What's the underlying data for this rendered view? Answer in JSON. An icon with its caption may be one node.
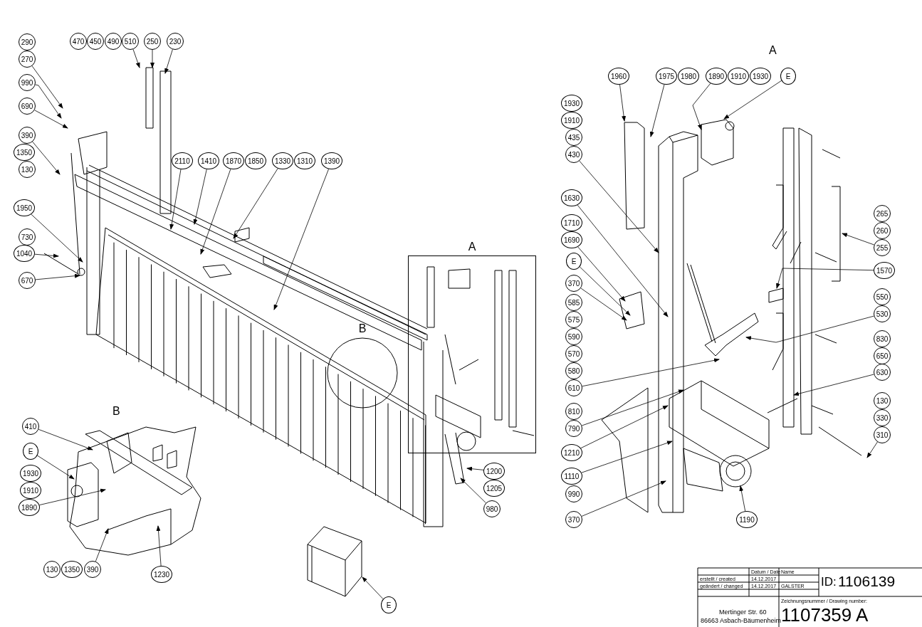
{
  "diagram": {
    "nodes": [
      {
        "text": [
          "290"
        ]
      },
      {
        "text": [
          "270"
        ]
      },
      {
        "text": [
          "990"
        ]
      },
      {
        "text": [
          "690"
        ]
      },
      {
        "text": [
          "390"
        ]
      },
      {
        "text": [
          "1350"
        ]
      },
      {
        "text": [
          "130"
        ]
      },
      {
        "text": [
          "1950"
        ]
      },
      {
        "text": [
          "730"
        ]
      },
      {
        "text": [
          "1040"
        ]
      },
      {
        "text": [
          "670"
        ]
      },
      {
        "text": [
          "470"
        ]
      },
      {
        "text": [
          "450"
        ]
      },
      {
        "text": [
          "490"
        ]
      },
      {
        "text": [
          "510"
        ]
      },
      {
        "text": [
          "250"
        ]
      },
      {
        "text": [
          "230"
        ]
      },
      {
        "text": [
          "2110"
        ]
      },
      {
        "text": [
          "1410"
        ]
      },
      {
        "text": [
          "1870"
        ]
      },
      {
        "text": [
          "1850"
        ]
      },
      {
        "text": [
          "1330"
        ]
      },
      {
        "text": [
          "1310"
        ]
      },
      {
        "text": [
          "1390"
        ]
      },
      {
        "text": [
          "A"
        ]
      },
      {
        "text": [
          "B"
        ]
      },
      {
        "text": [
          "1200"
        ]
      },
      {
        "text": [
          "1205"
        ]
      },
      {
        "text": [
          "980"
        ]
      },
      {
        "text": [
          "1960"
        ]
      },
      {
        "text": [
          "1975"
        ]
      },
      {
        "text": [
          "1980"
        ]
      },
      {
        "text": [
          "1890"
        ]
      },
      {
        "text": [
          "1910"
        ]
      },
      {
        "text": [
          "1930"
        ]
      },
      {
        "text": [
          "E"
        ]
      },
      {
        "text": [
          "1930"
        ]
      },
      {
        "text": [
          "1910"
        ]
      },
      {
        "text": [
          "435"
        ]
      },
      {
        "text": [
          "430"
        ]
      },
      {
        "text": [
          "1630"
        ]
      },
      {
        "text": [
          "1710"
        ]
      },
      {
        "text": [
          "1690"
        ]
      },
      {
        "text": [
          "E"
        ]
      },
      {
        "text": [
          "370"
        ]
      },
      {
        "text": [
          "585"
        ]
      },
      {
        "text": [
          "575"
        ]
      },
      {
        "text": [
          "590"
        ]
      },
      {
        "text": [
          "570"
        ]
      },
      {
        "text": [
          "580"
        ]
      },
      {
        "text": [
          "610"
        ]
      },
      {
        "text": [
          "810"
        ]
      },
      {
        "text": [
          "790"
        ]
      },
      {
        "text": [
          "1210"
        ]
      },
      {
        "text": [
          "1110"
        ]
      },
      {
        "text": [
          "990"
        ]
      },
      {
        "text": [
          "370"
        ]
      },
      {
        "text": [
          "1190"
        ]
      },
      {
        "text": [
          "265"
        ]
      },
      {
        "text": [
          "260"
        ]
      },
      {
        "text": [
          "255"
        ]
      },
      {
        "text": [
          "1570"
        ]
      },
      {
        "text": [
          "550"
        ]
      },
      {
        "text": [
          "530"
        ]
      },
      {
        "text": [
          "830"
        ]
      },
      {
        "text": [
          "650"
        ]
      },
      {
        "text": [
          "630"
        ]
      },
      {
        "text": [
          "130"
        ]
      },
      {
        "text": [
          "330"
        ]
      },
      {
        "text": [
          "310"
        ]
      },
      {
        "text": [
          "410"
        ]
      },
      {
        "text": [
          "E"
        ]
      },
      {
        "text": [
          "1930"
        ]
      },
      {
        "text": [
          "1910"
        ]
      },
      {
        "text": [
          "1890"
        ]
      },
      {
        "text": [
          "130"
        ]
      },
      {
        "text": [
          "1350"
        ]
      },
      {
        "text": [
          "390"
        ]
      },
      {
        "text": [
          "1230"
        ]
      },
      {
        "text": [
          "E"
        ]
      },
      {
        "text": [],
        "shape": "picture"
      }
    ],
    "edges": [
      {
        "from": 1,
        "to": null,
        "arrow": "to"
      },
      {
        "from": 2,
        "to": null,
        "arrow": "to"
      },
      {
        "from": 3,
        "to": null,
        "arrow": "to"
      },
      {
        "from": 4,
        "to": null,
        "arrow": "to"
      },
      {
        "from": 7,
        "to": null,
        "arrow": "to"
      },
      {
        "from": 9,
        "to": null,
        "arrow": "to"
      },
      {
        "from": 10,
        "to": null,
        "arrow": "to"
      },
      {
        "from": 14,
        "to": null,
        "arrow": "to"
      },
      {
        "from": 15,
        "to": null,
        "arrow": "to"
      },
      {
        "from": 16,
        "to": null,
        "arrow": "to"
      },
      {
        "from": 17,
        "to": null,
        "arrow": "to"
      },
      {
        "from": 18,
        "to": null,
        "arrow": "to"
      },
      {
        "from": 19,
        "to": null,
        "arrow": "to"
      },
      {
        "from": 21,
        "to": null,
        "arrow": "to"
      },
      {
        "from": 23,
        "to": null,
        "arrow": "to"
      },
      {
        "from": 26,
        "to": null,
        "arrow": "to"
      },
      {
        "from": 28,
        "to": null,
        "arrow": "to"
      },
      {
        "from": 29,
        "to": null,
        "arrow": "to"
      },
      {
        "from": 30,
        "to": null,
        "arrow": "to"
      },
      {
        "from": 32,
        "to": null,
        "arrow": "to"
      },
      {
        "from": 35,
        "to": null,
        "arrow": "to"
      },
      {
        "from": 39,
        "to": null,
        "arrow": "to"
      },
      {
        "from": 40,
        "to": null,
        "arrow": "to"
      },
      {
        "from": 42,
        "to": null,
        "arrow": "to"
      },
      {
        "from": 43,
        "to": null,
        "arrow": "to"
      },
      {
        "from": 44,
        "to": null,
        "arrow": "to"
      },
      {
        "from": 50,
        "to": null,
        "arrow": "to"
      },
      {
        "from": 52,
        "to": null,
        "arrow": "to"
      },
      {
        "from": 53,
        "to": null,
        "arrow": "to"
      },
      {
        "from": 54,
        "to": null,
        "arrow": "to"
      },
      {
        "from": 56,
        "to": null,
        "arrow": "to"
      },
      {
        "from": 57,
        "to": null,
        "arrow": "to"
      },
      {
        "from": 60,
        "to": null,
        "arrow": "to"
      },
      {
        "from": 61,
        "to": null,
        "arrow": "to"
      },
      {
        "from": 63,
        "to": null,
        "arrow": "to"
      },
      {
        "from": 66,
        "to": null,
        "arrow": "to"
      },
      {
        "from": 69,
        "to": null,
        "arrow": "to"
      },
      {
        "from": 70,
        "to": null,
        "arrow": "to"
      },
      {
        "from": 71,
        "to": null,
        "arrow": "to"
      },
      {
        "from": 74,
        "to": null,
        "arrow": "to"
      },
      {
        "from": 77,
        "to": null,
        "arrow": "to"
      },
      {
        "from": 78,
        "to": null,
        "arrow": "to"
      },
      {
        "from": 79,
        "to": 80,
        "arrow": "to"
      }
    ],
    "labels": [
      "A",
      "B",
      "Datum / Date",
      "Name",
      "erstellt / created",
      "14.12.2017",
      "geändert / changed",
      "14.12.2017",
      "GALSTER",
      "ID:",
      "1106139",
      "Mertinger Str. 60",
      "86663 Asbach-Bäumenheim",
      "Zeichnungsnummer / Drawing number:",
      "1107359 A"
    ]
  }
}
